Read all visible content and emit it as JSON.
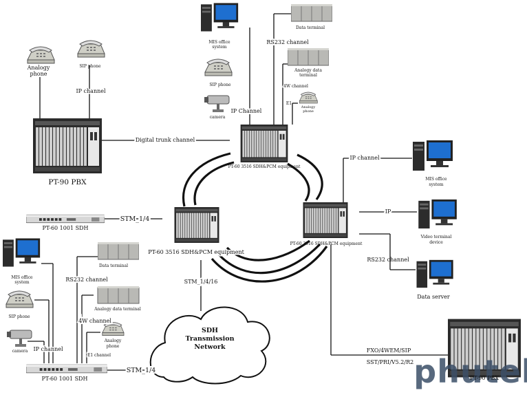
{
  "colors": {
    "rack_dark": "#2b2b2b",
    "rack_panel": "#cfcfcf",
    "cabinet": "#b9b9b5",
    "screen": "#1e6fd0",
    "logo": "#3c4f68"
  },
  "labels": {
    "pbx_left": "PT-90 PBX",
    "pbx_right": "PT-90 PBX",
    "analogy_phone_tl": "Analogy\nphone",
    "sip_phone_tl": "SIP phone",
    "ip_channel_tl": "IP channel",
    "digital_trunk": "Digital trunk channel",
    "mis_top": "MIS office\nsystem",
    "sip_phone_top": "SIP phone",
    "camera_top": "camera",
    "ip_channel_top": "IP Channel",
    "data_terminal_top": "Data terminal",
    "rs232_top": "RS232 channel",
    "analogy_data_terminal_top": "Analogy data\nterminal",
    "four_w_top": "4W channel",
    "e1_top": "E1",
    "analogy_phone_top": "Analogy\nphone",
    "node_top": "PT-60 3516 SDH&PCM equipment",
    "node_left": "PT-60 3516 SDH&PCM equipment",
    "node_right": "PT-60 3516 SDH&PCM equipment",
    "sdh1001_top": "PT-60 1001 SDH",
    "stm_top": "STM_1/4",
    "ip_channel_right": "IP channel",
    "mis_right": "MIS office\nsystem",
    "ip_right": "IP",
    "video_terminal": "Video terminal\ndevice",
    "rs232_right": "RS232 channel",
    "data_server": "Data server",
    "stm_1416": "STM_1/4/16",
    "sdh_network": "SDH\nTransmission\nNetwork",
    "fxo": "FXO/4WEM/SIP",
    "sst": "SST/PRI/V5.2/R2",
    "mis_bl": "MIS office\nsystem",
    "sip_phone_bl": "SIP phone",
    "camera_bl": "camera",
    "ip_channel_bl": "IP channel",
    "data_terminal_bl": "Data terminal",
    "rs232_bl": "RS232 channel",
    "analogy_data_terminal_bl": "Analogy data terminal",
    "four_w_bl": "4W channel",
    "analogy_phone_bl": "Analogy\nphone",
    "e1_bl": "E1 channel",
    "stm_bottom": "STM_1/4",
    "sdh1001_bottom": "PT-60 1001 SDH",
    "watermark": "phutel"
  }
}
